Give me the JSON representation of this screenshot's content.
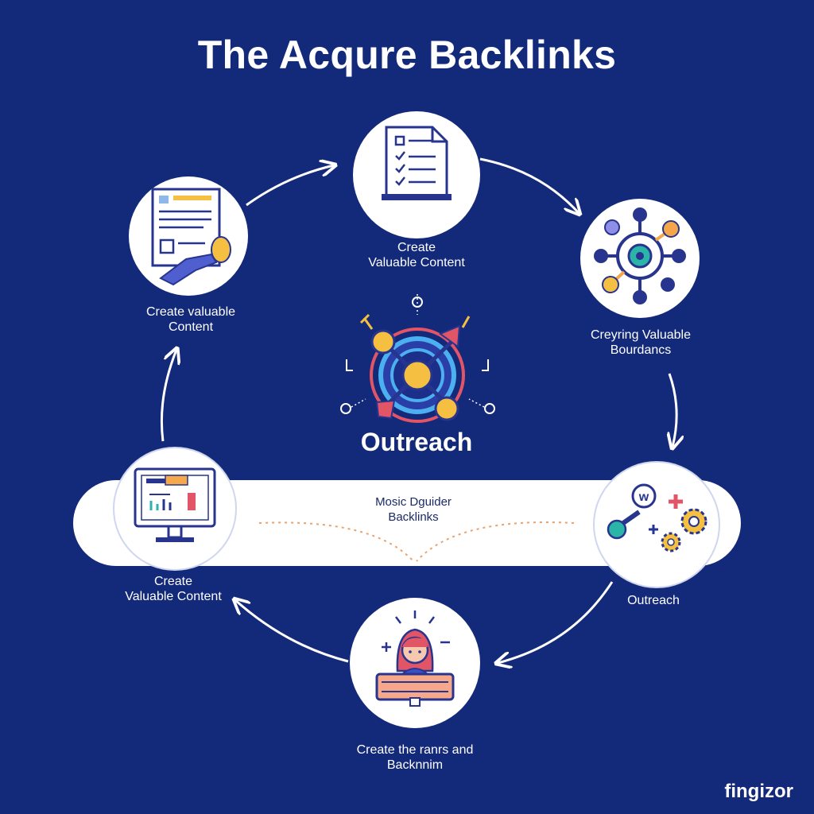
{
  "title": "The Acqure Backlinks",
  "center_label": "Outreach",
  "band_label": "Mosic Dguider\nBacklinks",
  "brand": "fingizor",
  "nodes": [
    {
      "id": "top",
      "label": "Create\nValuable Content",
      "icon": "checklist-document-icon"
    },
    {
      "id": "top-left",
      "label": "Create valuable\nContent",
      "icon": "content-document-hand-icon"
    },
    {
      "id": "top-right",
      "label": "Creyring Valuable\nBourdancs",
      "icon": "network-nodes-icon"
    },
    {
      "id": "left",
      "label": "Create\nValuable Content",
      "icon": "monitor-dashboard-icon"
    },
    {
      "id": "right",
      "label": "Outreach",
      "icon": "gears-outreach-icon"
    },
    {
      "id": "bottom",
      "label": "Create the ranrs and\nBacknnim",
      "icon": "person-laptop-icon"
    }
  ],
  "colors": {
    "background": "#13297a",
    "accent_orange": "#f7a84a",
    "accent_red": "#e25566",
    "accent_yellow": "#f5c042",
    "accent_teal": "#2bb4a8",
    "ink": "#27358f"
  }
}
